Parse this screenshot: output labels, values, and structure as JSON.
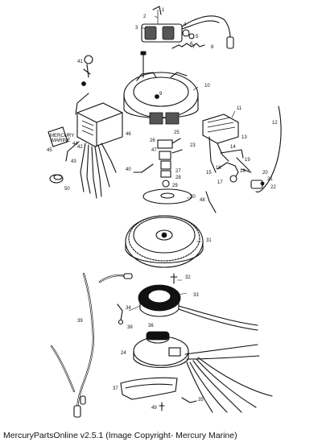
{
  "caption": "MercuryPartsOnline v2.5.1 (Image Copyright- Mercury Marine)",
  "callouts": [
    "1",
    "2",
    "3",
    "4",
    "5",
    "6",
    "7",
    "8",
    "9",
    "10",
    "11",
    "12",
    "13",
    "14",
    "15",
    "16",
    "17",
    "18",
    "19",
    "20",
    "21",
    "22",
    "23",
    "24",
    "25",
    "26",
    "27",
    "28",
    "29",
    "30",
    "31",
    "32",
    "33",
    "34",
    "35",
    "36",
    "37",
    "38",
    "39",
    "40",
    "41",
    "42",
    "43",
    "44",
    "45",
    "46",
    "47",
    "48",
    "49",
    "50"
  ],
  "decal_text": [
    "MERCURY",
    "MARINE"
  ]
}
